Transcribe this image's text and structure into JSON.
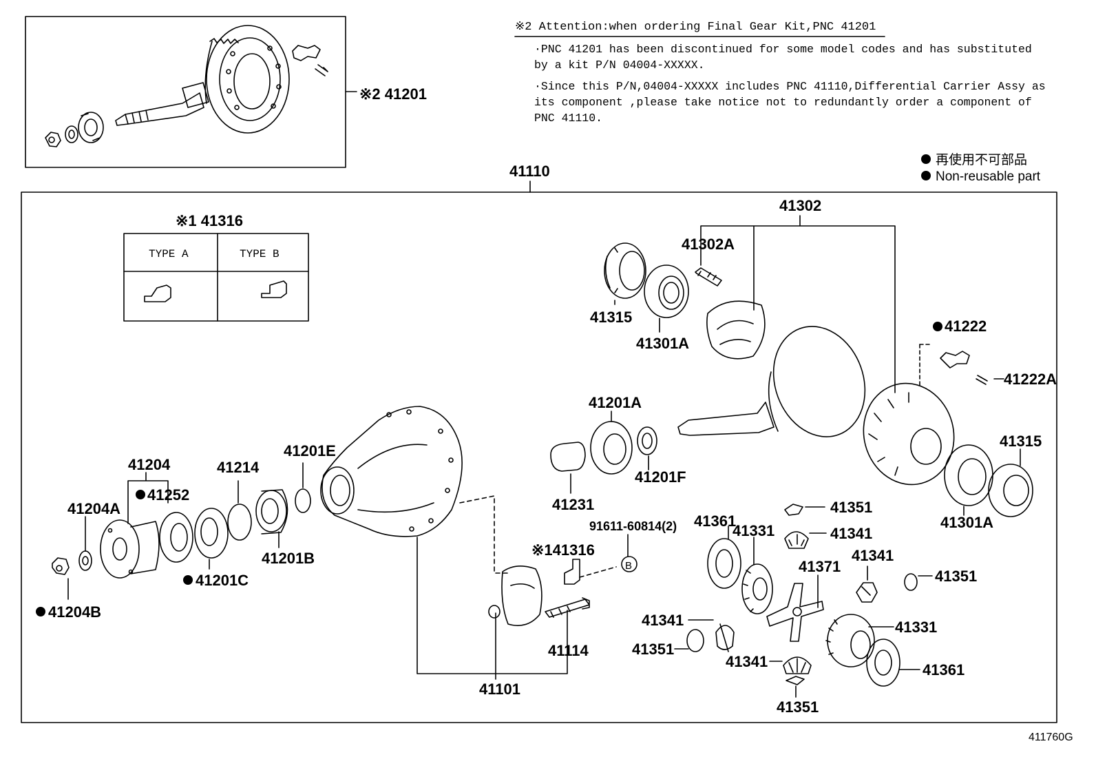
{
  "notice": {
    "title": "※2 Attention:when ordering Final Gear Kit,PNC 41201",
    "lines": [
      "·PNC 41201 has been discontinued for some model codes and has substituted",
      " by a kit P/N 04004-XXXXX.",
      "·Since this P/N,04004-XXXXX includes PNC 41110,Differential Carrier Assy as",
      " its component ,please take notice not to redundantly order a component of",
      " PNC 41110."
    ]
  },
  "legend": {
    "jp": "再使用不可部品",
    "en": "Non-reusable part"
  },
  "table": {
    "title": "※1 41316",
    "col_a": "TYPE A",
    "col_b": "TYPE B"
  },
  "figure_code": "411760G",
  "callouts": {
    "inset_41201": "※2 41201",
    "assy_41110": "41110",
    "p41302": "41302",
    "p41302A": "41302A",
    "p41315_top": "41315",
    "p41301A_top": "41301A",
    "p41222": "41222",
    "p41222A": "41222A",
    "p41201A": "41201A",
    "p41201E": "41201E",
    "p41214": "41214",
    "p41204": "41204",
    "p41252": "41252",
    "p41204A": "41204A",
    "p41201B": "41201B",
    "p41201C": "41201C",
    "p41204B": "41204B",
    "p41231": "41231",
    "p41201F": "41201F",
    "p41315_right": "41315",
    "p41301A_right": "41301A",
    "p41351_a": "41351",
    "p41341_a": "41341",
    "p41361_a": "41361",
    "p41331_a": "41331",
    "p41371": "41371",
    "p41341_b": "41341",
    "p41351_b": "41351",
    "p41341_c": "41341",
    "p41351_c": "41351",
    "p41341_d": "41341",
    "p41331_b": "41331",
    "p41361_b": "41361",
    "p41351_d": "41351",
    "bolt_91611": "91611-60814(2)",
    "p141316": "※141316",
    "p41114": "41114",
    "p41101": "41101",
    "ref_b": "B"
  }
}
